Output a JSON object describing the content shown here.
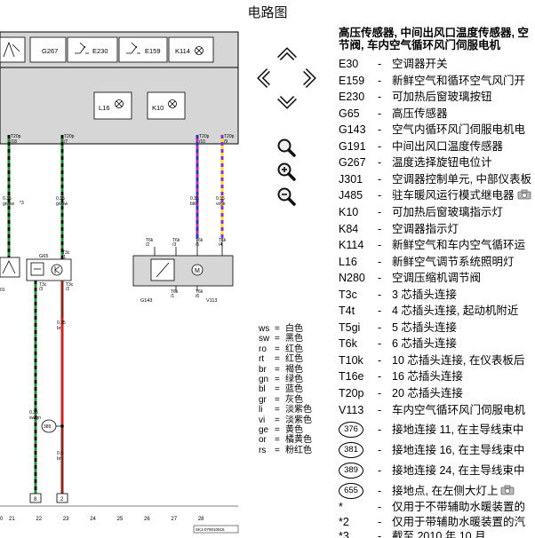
{
  "page": {
    "title": "电路图"
  },
  "diagram": {
    "relay_labels": [
      "G267",
      "E230",
      "E159",
      "K114"
    ],
    "lamp_labels": [
      "L16",
      "K10"
    ],
    "pin_labels": {
      "w1": [
        "T20p",
        "/18"
      ],
      "w2": [
        "T20p",
        "/7"
      ],
      "w3": [
        "T20p",
        "/10"
      ],
      "w4": [
        "T20p",
        "/9"
      ]
    },
    "wire_labels": {
      "w1": [
        "0.35",
        "gn/sw"
      ],
      "w2": [
        "0.35",
        "gn/sw"
      ],
      "w3": [
        "0.35",
        "bl/rt"
      ],
      "w4": [
        "0.35",
        "vi/ge"
      ]
    },
    "note_star3": "*3",
    "left_cut_label": "01",
    "g65_label": "G65",
    "t3c_labels": [
      "T3c",
      "/1",
      "T3c",
      "/3",
      "T3c",
      "/2"
    ],
    "lower_wire_labels": {
      "a": [
        "0.35",
        "sw/gn"
      ],
      "b": [
        "0.35",
        "br"
      ],
      "c": [
        "0.5",
        "br"
      ]
    },
    "ground_389": "389",
    "bottom_pins": [
      "8",
      "2"
    ],
    "t6k_labels": [
      "T6k",
      "/2",
      "T6k",
      "/3",
      "T6k",
      "/5",
      "T6k",
      "/4",
      "T6k",
      "/1",
      "T6k",
      "/6"
    ],
    "motor_labels": {
      "left": "G143",
      "right": "V113"
    },
    "axis_numbers": [
      "21",
      "22",
      "23",
      "24",
      "25",
      "26",
      "27",
      "28"
    ],
    "axis_first_partial": "0",
    "ref_code": "SK1-079010515"
  },
  "nav": {
    "up": "chevron-up",
    "down": "chevron-down",
    "left": "chevron-left",
    "right": "chevron-right",
    "zoom_fit": "zoom-fit",
    "zoom_in": "zoom-in",
    "zoom_out": "zoom-out"
  },
  "color_legend": [
    {
      "code": "ws",
      "name": "白色"
    },
    {
      "code": "sw",
      "name": "黑色"
    },
    {
      "code": "ro",
      "name": "红色"
    },
    {
      "code": "rt",
      "name": "红色"
    },
    {
      "code": "br",
      "name": "褐色"
    },
    {
      "code": "gn",
      "name": "绿色"
    },
    {
      "code": "bl",
      "name": "蓝色"
    },
    {
      "code": "gr",
      "name": "灰色"
    },
    {
      "code": "li",
      "name": "淡紫色"
    },
    {
      "code": "vi",
      "name": "淡紫色"
    },
    {
      "code": "ge",
      "name": "黄色"
    },
    {
      "code": "or",
      "name": "橘黄色"
    },
    {
      "code": "rs",
      "name": "粉红色"
    }
  ],
  "components": {
    "title_line1": "高压传感器, 中间出风口温度传感器, 空",
    "title_line2": "节阀, 车内空气循环风门伺服电机",
    "rows": [
      {
        "code": "E30",
        "desc": "空调器开关"
      },
      {
        "code": "E159",
        "desc": "新鲜空气和循环空气风门开"
      },
      {
        "code": "E230",
        "desc": "可加热后窗玻璃按钮"
      },
      {
        "code": "G65",
        "desc": "高压传感器"
      },
      {
        "code": "G143",
        "desc": "空气内循环风门伺服电机电"
      },
      {
        "code": "G191",
        "desc": "中间出风口温度传感器"
      },
      {
        "code": "G267",
        "desc": "温度选择旋钮电位计"
      },
      {
        "code": "J301",
        "desc": "空调器控制单元, 中部仪表板"
      },
      {
        "code": "J485",
        "desc": "驻车暖风运行模式继电器"
      },
      {
        "code": "K10",
        "desc": "可加热后窗玻璃指示灯"
      },
      {
        "code": "K84",
        "desc": "空调器指示灯"
      },
      {
        "code": "K114",
        "desc": "新鲜空气和车内空气循环运"
      },
      {
        "code": "L16",
        "desc": "新鲜空气调节系统照明灯"
      },
      {
        "code": "N280",
        "desc": "空调压缩机调节阀"
      },
      {
        "code": "T3c",
        "desc": "3 芯插头连接"
      },
      {
        "code": "T4t",
        "desc": "4 芯插头连接, 起动机附近"
      },
      {
        "code": "T5gi",
        "desc": "5 芯插头连接"
      },
      {
        "code": "T6k",
        "desc": "6 芯插头连接"
      },
      {
        "code": "T10k",
        "desc": "10 芯插头连接, 在仪表板后"
      },
      {
        "code": "T16e",
        "desc": "16 芯插头连接"
      },
      {
        "code": "T20p",
        "desc": "20 芯插头连接"
      },
      {
        "code": "V113",
        "desc": "车内空气循环风门伺服电机"
      }
    ],
    "grounds": [
      {
        "num": "376",
        "desc": "接地连接 11, 在主导线束中"
      },
      {
        "num": "381",
        "desc": "接地连接 16, 在主导线束中"
      },
      {
        "num": "389",
        "desc": "接地连接 24, 在主导线束中"
      },
      {
        "num": "655",
        "desc": "接地点, 在左侧大灯上"
      }
    ],
    "notes": [
      {
        "code": "*",
        "desc": "仅用于不带辅助水暖装置的"
      },
      {
        "code": "*2",
        "desc": "仅用于带辅助水暖装置的汽"
      },
      {
        "code": "*3",
        "desc": "截至 2010 年 10 月"
      }
    ]
  },
  "colors": {
    "green": "#1f8f2f",
    "black": "#111111",
    "magenta": "#c4289a",
    "blue": "#2335c9",
    "violet": "#8a2be2",
    "yellow": "#ffe000",
    "brown": "#8b2a1a",
    "red": "#cc2222",
    "panel_grey": "#d6d6d6"
  }
}
